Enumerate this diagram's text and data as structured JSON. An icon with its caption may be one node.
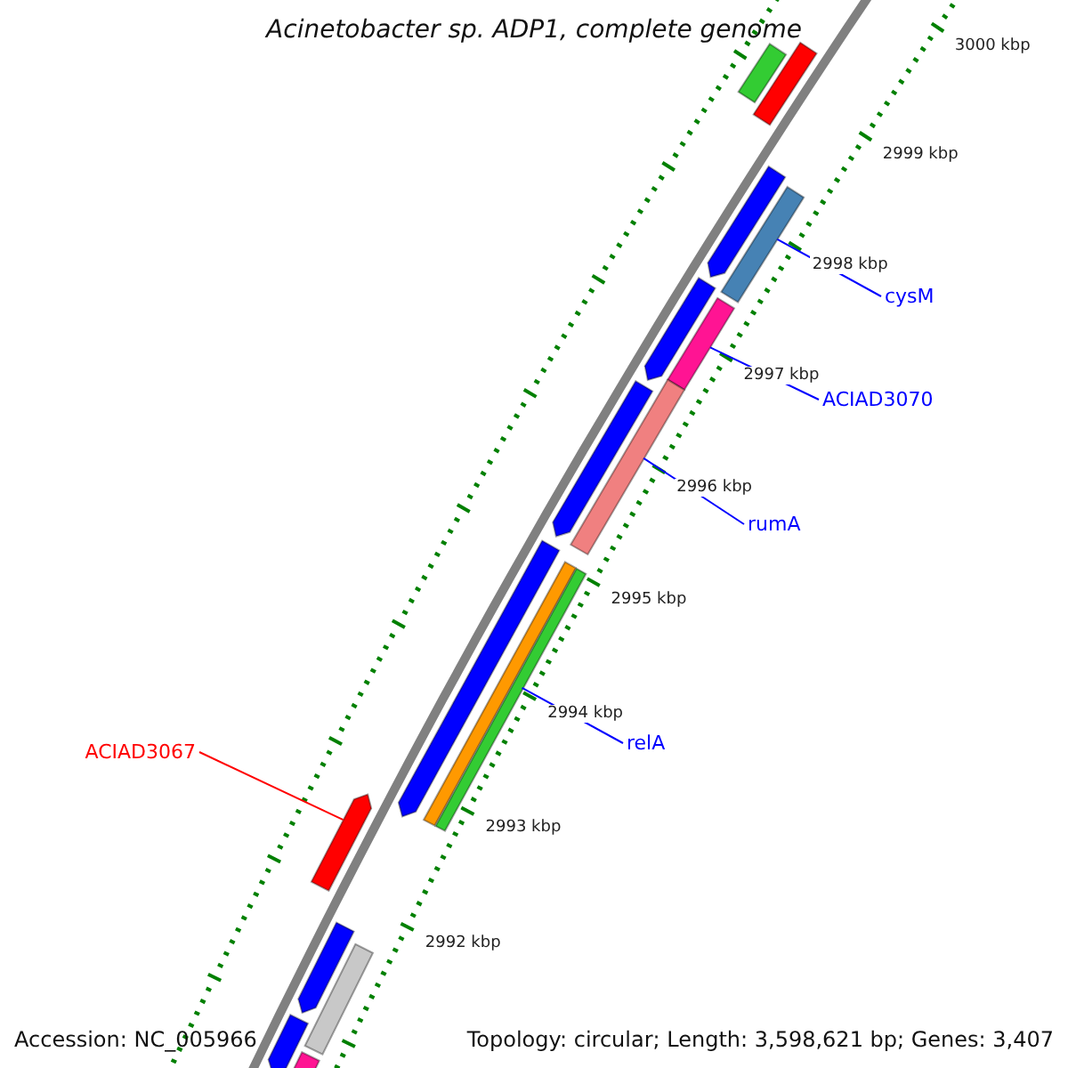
{
  "diagram": {
    "title": "Acinetobacter sp. ADP1, complete genome",
    "nodes": [
      {
        "text": [
          "cysM"
        ]
      },
      {
        "text": [
          "ACIAD3070"
        ]
      },
      {
        "text": [
          "rumA"
        ]
      },
      {
        "text": [
          "relA"
        ]
      },
      {
        "text": [
          "ACIAD3067"
        ]
      },
      {
        "text": [],
        "shape": "bar"
      },
      {
        "text": [],
        "shape": "bar"
      },
      {
        "text": [],
        "shape": "bar"
      },
      {
        "text": [],
        "shape": "bar"
      },
      {
        "text": [],
        "shape": "bar"
      },
      {
        "text": [],
        "shape": "bar"
      },
      {
        "text": [],
        "shape": "bar"
      },
      {
        "text": [],
        "shape": "bar"
      },
      {
        "text": [],
        "shape": "bar"
      },
      {
        "text": [],
        "shape": "bar"
      },
      {
        "text": [],
        "shape": "bar"
      },
      {
        "text": [],
        "shape": "bar"
      },
      {
        "text": [],
        "shape": "bar"
      },
      {
        "text": [],
        "shape": "bar"
      },
      {
        "text": [],
        "shape": "bar"
      },
      {
        "text": [],
        "shape": "bar"
      }
    ],
    "edges": [
      {
        "from": 0,
        "to": 5,
        "arrow": "none"
      },
      {
        "from": 1,
        "to": 6,
        "arrow": "none"
      },
      {
        "from": 2,
        "to": 7,
        "arrow": "none"
      },
      {
        "from": 3,
        "to": 8,
        "arrow": "none"
      },
      {
        "from": 4,
        "to": 9,
        "arrow": "none",
        "color": "#ff0000"
      }
    ],
    "labels": [
      "3000 kbp",
      "2999 kbp",
      "2998 kbp",
      "2997 kbp",
      "2996 kbp",
      "2995 kbp",
      "2994 kbp",
      "2993 kbp",
      "2992 kbp",
      "Accession: NC_005966",
      "Topology: circular; Length: 3,598,621 bp; Genes: 3,407"
    ]
  }
}
